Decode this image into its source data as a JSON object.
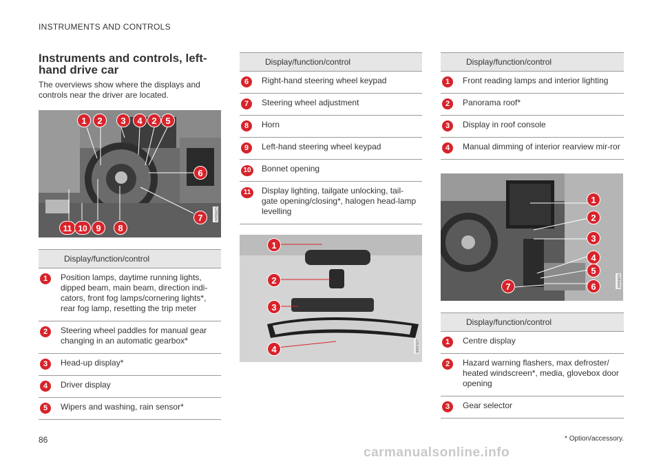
{
  "header": {
    "section": "INSTRUMENTS AND CONTROLS"
  },
  "title": "Instruments and controls, left-hand drive car",
  "intro": "The overviews show where the displays and controls near the driver are located.",
  "photo1": {
    "code": "G055940",
    "callouts": [
      "1",
      "2",
      "3",
      "4",
      "2",
      "5",
      "6",
      "7",
      "11",
      "10",
      "9",
      "8"
    ]
  },
  "photo2": {
    "code": "G053888",
    "callouts": [
      "1",
      "2",
      "3",
      "4"
    ]
  },
  "photo3": {
    "code": "G055942",
    "callouts": [
      "1",
      "2",
      "3",
      "4",
      "5",
      "6",
      "7"
    ]
  },
  "table_header": "Display/function/control",
  "table1": [
    {
      "num": "1",
      "text": "Position lamps, daytime running lights, dipped beam, main beam, direction indi-cators, front fog lamps/cornering lights*, rear fog lamp, resetting the trip meter"
    },
    {
      "num": "2",
      "text": "Steering wheel paddles for manual gear changing in an automatic gearbox*"
    },
    {
      "num": "3",
      "text": "Head-up display*"
    },
    {
      "num": "4",
      "text": "Driver display"
    },
    {
      "num": "5",
      "text": "Wipers and washing, rain sensor*"
    }
  ],
  "table2": [
    {
      "num": "6",
      "text": "Right-hand steering wheel keypad"
    },
    {
      "num": "7",
      "text": "Steering wheel adjustment"
    },
    {
      "num": "8",
      "text": "Horn"
    },
    {
      "num": "9",
      "text": "Left-hand steering wheel keypad"
    },
    {
      "num": "10",
      "text": "Bonnet opening"
    },
    {
      "num": "11",
      "text": "Display lighting, tailgate unlocking, tail-gate opening/closing*, halogen head-lamp levelling"
    }
  ],
  "table3": [
    {
      "num": "1",
      "text": "Front reading lamps and interior lighting"
    },
    {
      "num": "2",
      "text": "Panorama roof*"
    },
    {
      "num": "3",
      "text": "Display in roof console"
    },
    {
      "num": "4",
      "text": "Manual dimming of interior rearview mir-ror"
    }
  ],
  "table4": [
    {
      "num": "1",
      "text": "Centre display"
    },
    {
      "num": "2",
      "text": "Hazard warning flashers, max defroster/ heated windscreen*, media, glovebox door opening"
    },
    {
      "num": "3",
      "text": "Gear selector"
    }
  ],
  "footer": {
    "page": "86",
    "footnote": "* Option/accessory.",
    "watermark": "carmanualsonline.info"
  },
  "colors": {
    "accent": "#d8232a",
    "table_header_bg": "#e6e6e6"
  }
}
